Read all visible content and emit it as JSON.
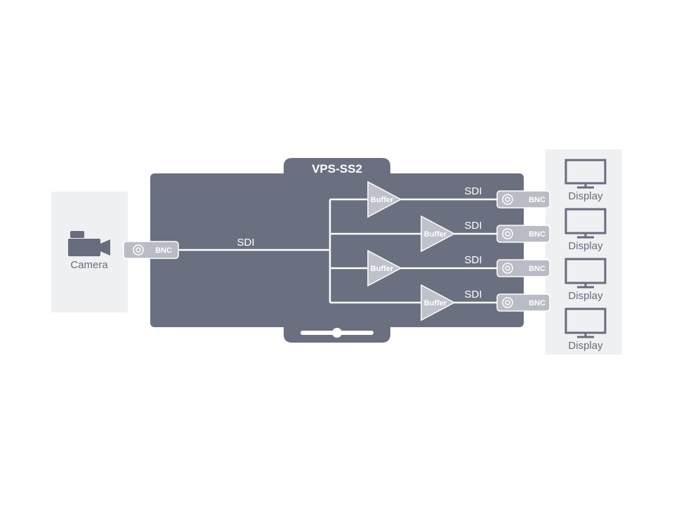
{
  "device": {
    "title": "VPS-SS2",
    "color": "#6b7080"
  },
  "source": {
    "label": "Camera",
    "icon": "video-camera-icon",
    "panel_color": "#eff0f2"
  },
  "input": {
    "connector_label": "BNC",
    "signal_label": "SDI"
  },
  "buffers": [
    {
      "label": "Buffer",
      "signal_label": "SDI",
      "connector_label": "BNC"
    },
    {
      "label": "Buffer",
      "signal_label": "SDI",
      "connector_label": "BNC"
    },
    {
      "label": "Buffer",
      "signal_label": "SDI",
      "connector_label": "BNC"
    },
    {
      "label": "Buffer",
      "signal_label": "SDI",
      "connector_label": "BNC"
    }
  ],
  "displays": [
    {
      "label": "Display",
      "icon": "monitor-icon"
    },
    {
      "label": "Display",
      "icon": "monitor-icon"
    },
    {
      "label": "Display",
      "icon": "monitor-icon"
    },
    {
      "label": "Display",
      "icon": "monitor-icon"
    }
  ],
  "colors": {
    "line": "#ffffff",
    "connector_fill": "#b9bcc5",
    "buffer_fill": "#bfc2ca",
    "icon_color": "#686d7d",
    "panel_bg": "#eff0f2"
  }
}
